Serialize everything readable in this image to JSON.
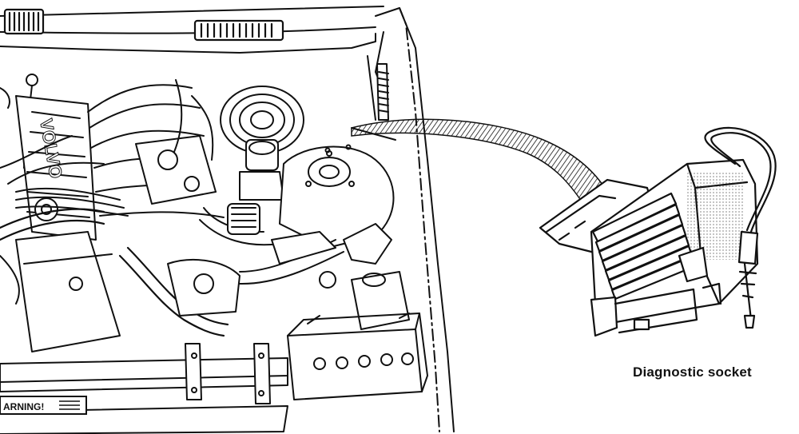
{
  "labels": {
    "diagnostic_socket": "Diagnostic socket",
    "warning_plate": "ARNING!",
    "brand": "VOLVO"
  },
  "colors": {
    "ink": "#111111",
    "paper": "#ffffff"
  },
  "icons": {
    "engine": "engine-bay-drawing",
    "socket": "diagnostic-socket-drawing",
    "leader": "hatched-leader-band"
  }
}
